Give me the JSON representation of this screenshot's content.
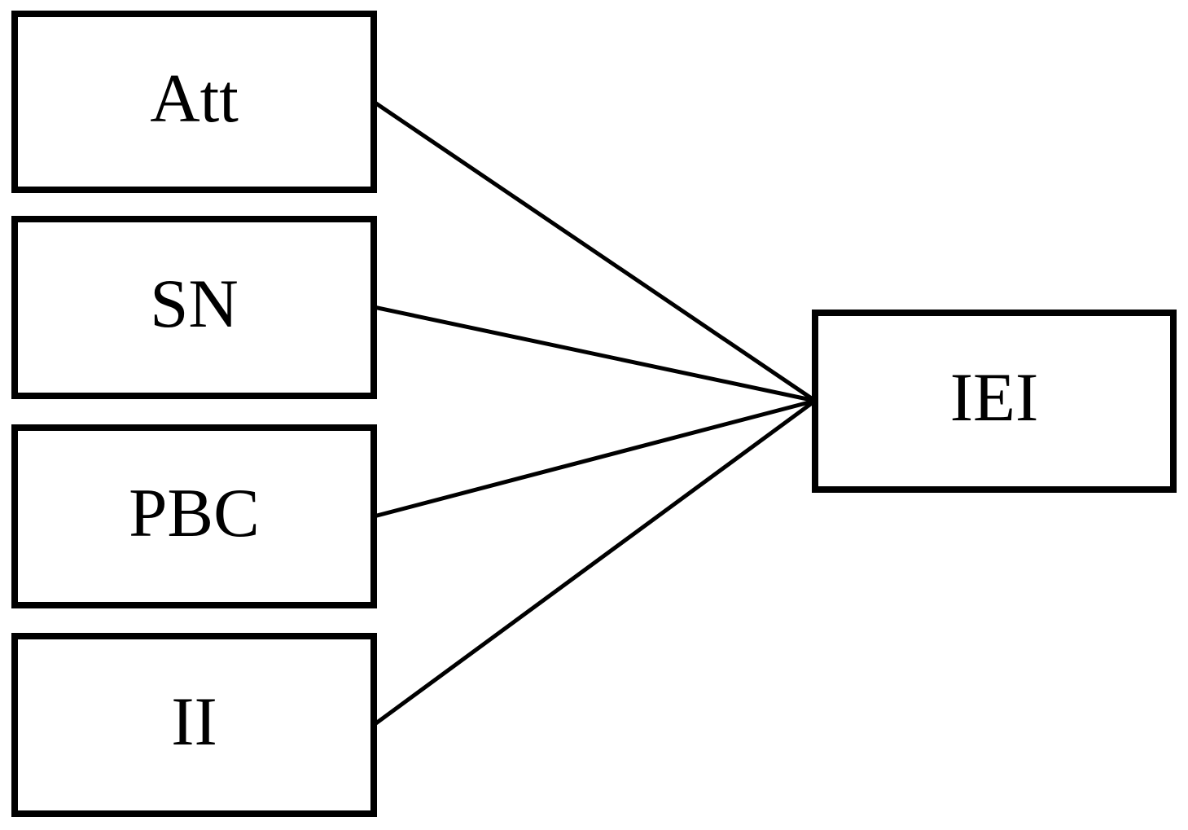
{
  "diagram": {
    "type": "path-model",
    "nodes": {
      "att": {
        "label": "Att"
      },
      "sn": {
        "label": "SN"
      },
      "pbc": {
        "label": "PBC"
      },
      "ii": {
        "label": "II"
      },
      "iei": {
        "label": "IEI"
      }
    },
    "edges": [
      {
        "from": "Att",
        "to": "IEI"
      },
      {
        "from": "SN",
        "to": "IEI"
      },
      {
        "from": "PBC",
        "to": "IEI"
      },
      {
        "from": "II",
        "to": "IEI"
      }
    ],
    "colors": {
      "line": "#000000",
      "box_border": "#000000",
      "text": "#000000",
      "background": "#ffffff"
    }
  }
}
